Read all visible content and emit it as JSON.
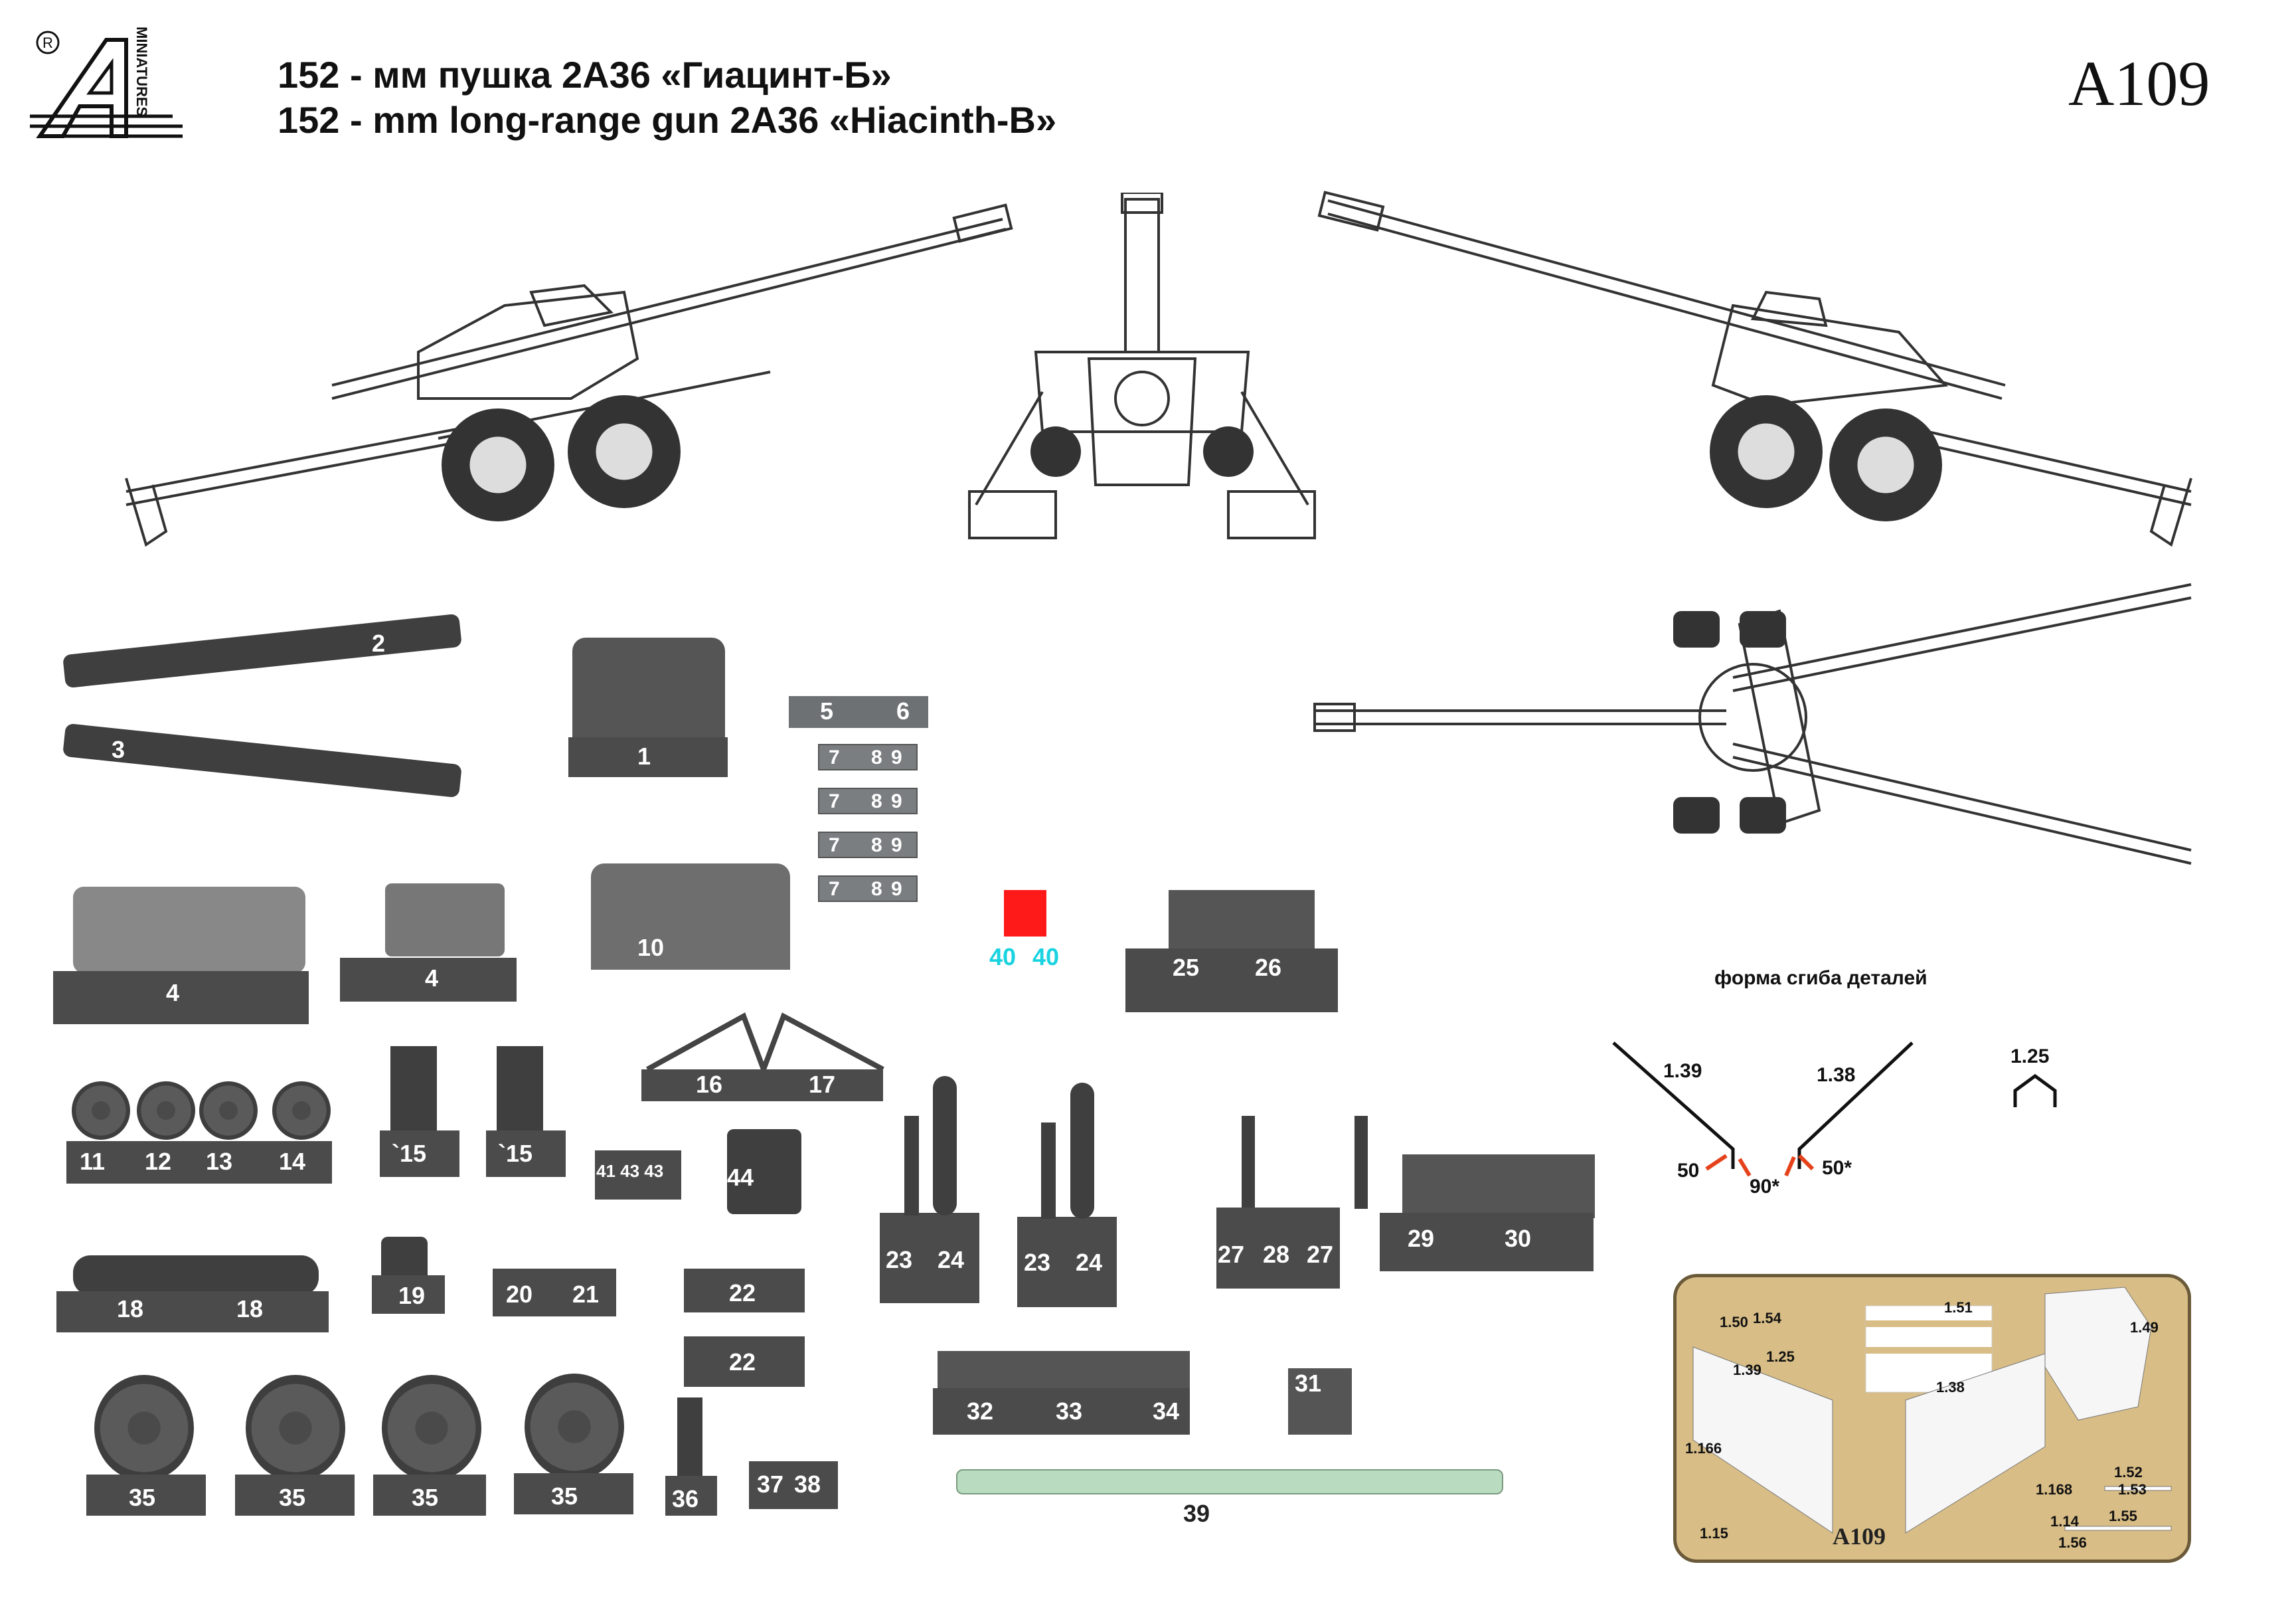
{
  "header": {
    "title_ru": "152 - мм пушка 2А36 «Гиацинт-Б»",
    "title_en": "152 - mm long-range gun 2A36 «Hiacinth-B»",
    "kit_code": "A109",
    "brand_mark": "A",
    "brand_text": "MINIATURES",
    "registered": "R"
  },
  "parts": {
    "p2": "2",
    "p3": "3",
    "p1": "1",
    "p5": "5",
    "p6": "6",
    "sprue789": [
      "7",
      "8",
      "9"
    ],
    "p4a": "4",
    "p4b": "4",
    "p10": "10",
    "p40a": "40",
    "p40b": "40",
    "p25": "25",
    "p26": "26",
    "p11": "11",
    "p12": "12",
    "p13": "13",
    "p14": "14",
    "p15a": "`15",
    "p15b": "`15",
    "p16": "16",
    "p17": "17",
    "p41_43": "41 43 43",
    "p44": "44",
    "p23a": "23",
    "p24a": "24",
    "p23b": "23",
    "p24b": "24",
    "p27a": "27",
    "p28": "28",
    "p27b": "27",
    "p29": "29",
    "p30": "30",
    "p18a": "18",
    "p18b": "18",
    "p19": "19",
    "p20": "20",
    "p21": "21",
    "p22a": "22",
    "p22b": "22",
    "p32": "32",
    "p33": "33",
    "p34": "34",
    "p31": "31",
    "p35": [
      "35",
      "35",
      "35",
      "35"
    ],
    "p36": "36",
    "p37": "37",
    "p38": "38",
    "p39": "39"
  },
  "bend": {
    "title": "форма сгиба деталей",
    "l139": "1.39",
    "l138": "1.38",
    "l125": "1.25",
    "a50l": "50",
    "a90": "90*",
    "a50r": "50*"
  },
  "pe_fret": {
    "code": "A109",
    "labels": [
      "1.50",
      "1.54",
      "1.25",
      "1.39",
      "1.51",
      "1.38",
      "1.49",
      "1.166",
      "1.15",
      "1.14",
      "1.168",
      "1.52",
      "1.53",
      "1.55",
      "1.56"
    ]
  },
  "colors": {
    "resin_dark": "#4b4b4b",
    "resin_grey": "#6d7173",
    "red_part": "#ff1a1a",
    "cyan_label": "#19d3e0",
    "photo_etch": "#d8bd86",
    "barrel": "#b9dcc0",
    "arrow_red": "#e5421b"
  }
}
